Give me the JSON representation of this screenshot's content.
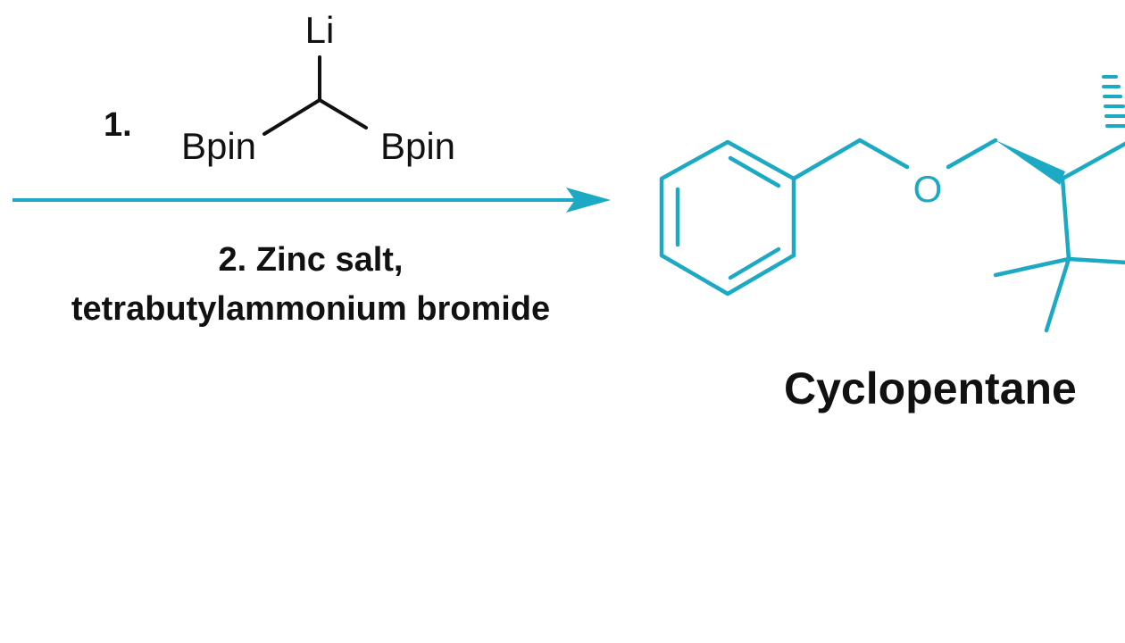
{
  "colors": {
    "reagent": "#111111",
    "product": "#1ba9c4",
    "arrow": "#1ba9c4",
    "background": "#ffffff"
  },
  "reagent": {
    "step_number": "1.",
    "top_atom": "Li",
    "left_group": "Bpin",
    "right_group": "Bpin"
  },
  "conditions": {
    "line1": "2. Zinc salt,",
    "line2": "tetrabutylammonium bromide"
  },
  "product": {
    "oxygen_atom": "O",
    "name": "Cyclopentane"
  }
}
